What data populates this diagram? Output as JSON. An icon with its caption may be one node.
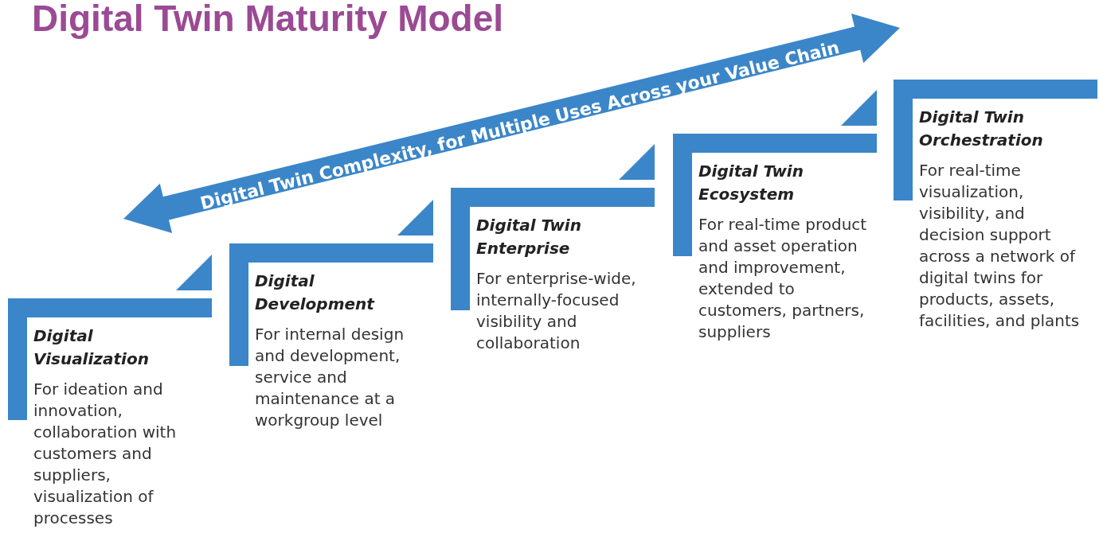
{
  "diagram": {
    "title": "Digital Twin Maturity Model",
    "nodes": [
      {
        "text": [
          "Digital Visualization",
          "For ideation and innovation, collaboration with customers and suppliers, visualization of processes"
        ]
      },
      {
        "text": [
          "Digital Development",
          "For internal design and development, service and maintenance at a workgroup level"
        ]
      },
      {
        "text": [
          "Digital Twin Enterprise",
          "For enterprise-wide, internally-focused visibility and collaboration"
        ]
      },
      {
        "text": [
          "Digital Twin Ecosystem",
          "For real-time product and asset operation and improvement, extended to customers, partners, suppliers"
        ]
      },
      {
        "text": [
          "Digital Twin Orchestration",
          "For real-time visualization, visibility, and decision support across a network of digital twins for products, assets, facilities, and plants"
        ]
      }
    ],
    "edges": [],
    "labels": [
      "Digital Twin Complexity, for Multiple Uses Across your Value Chain"
    ]
  }
}
